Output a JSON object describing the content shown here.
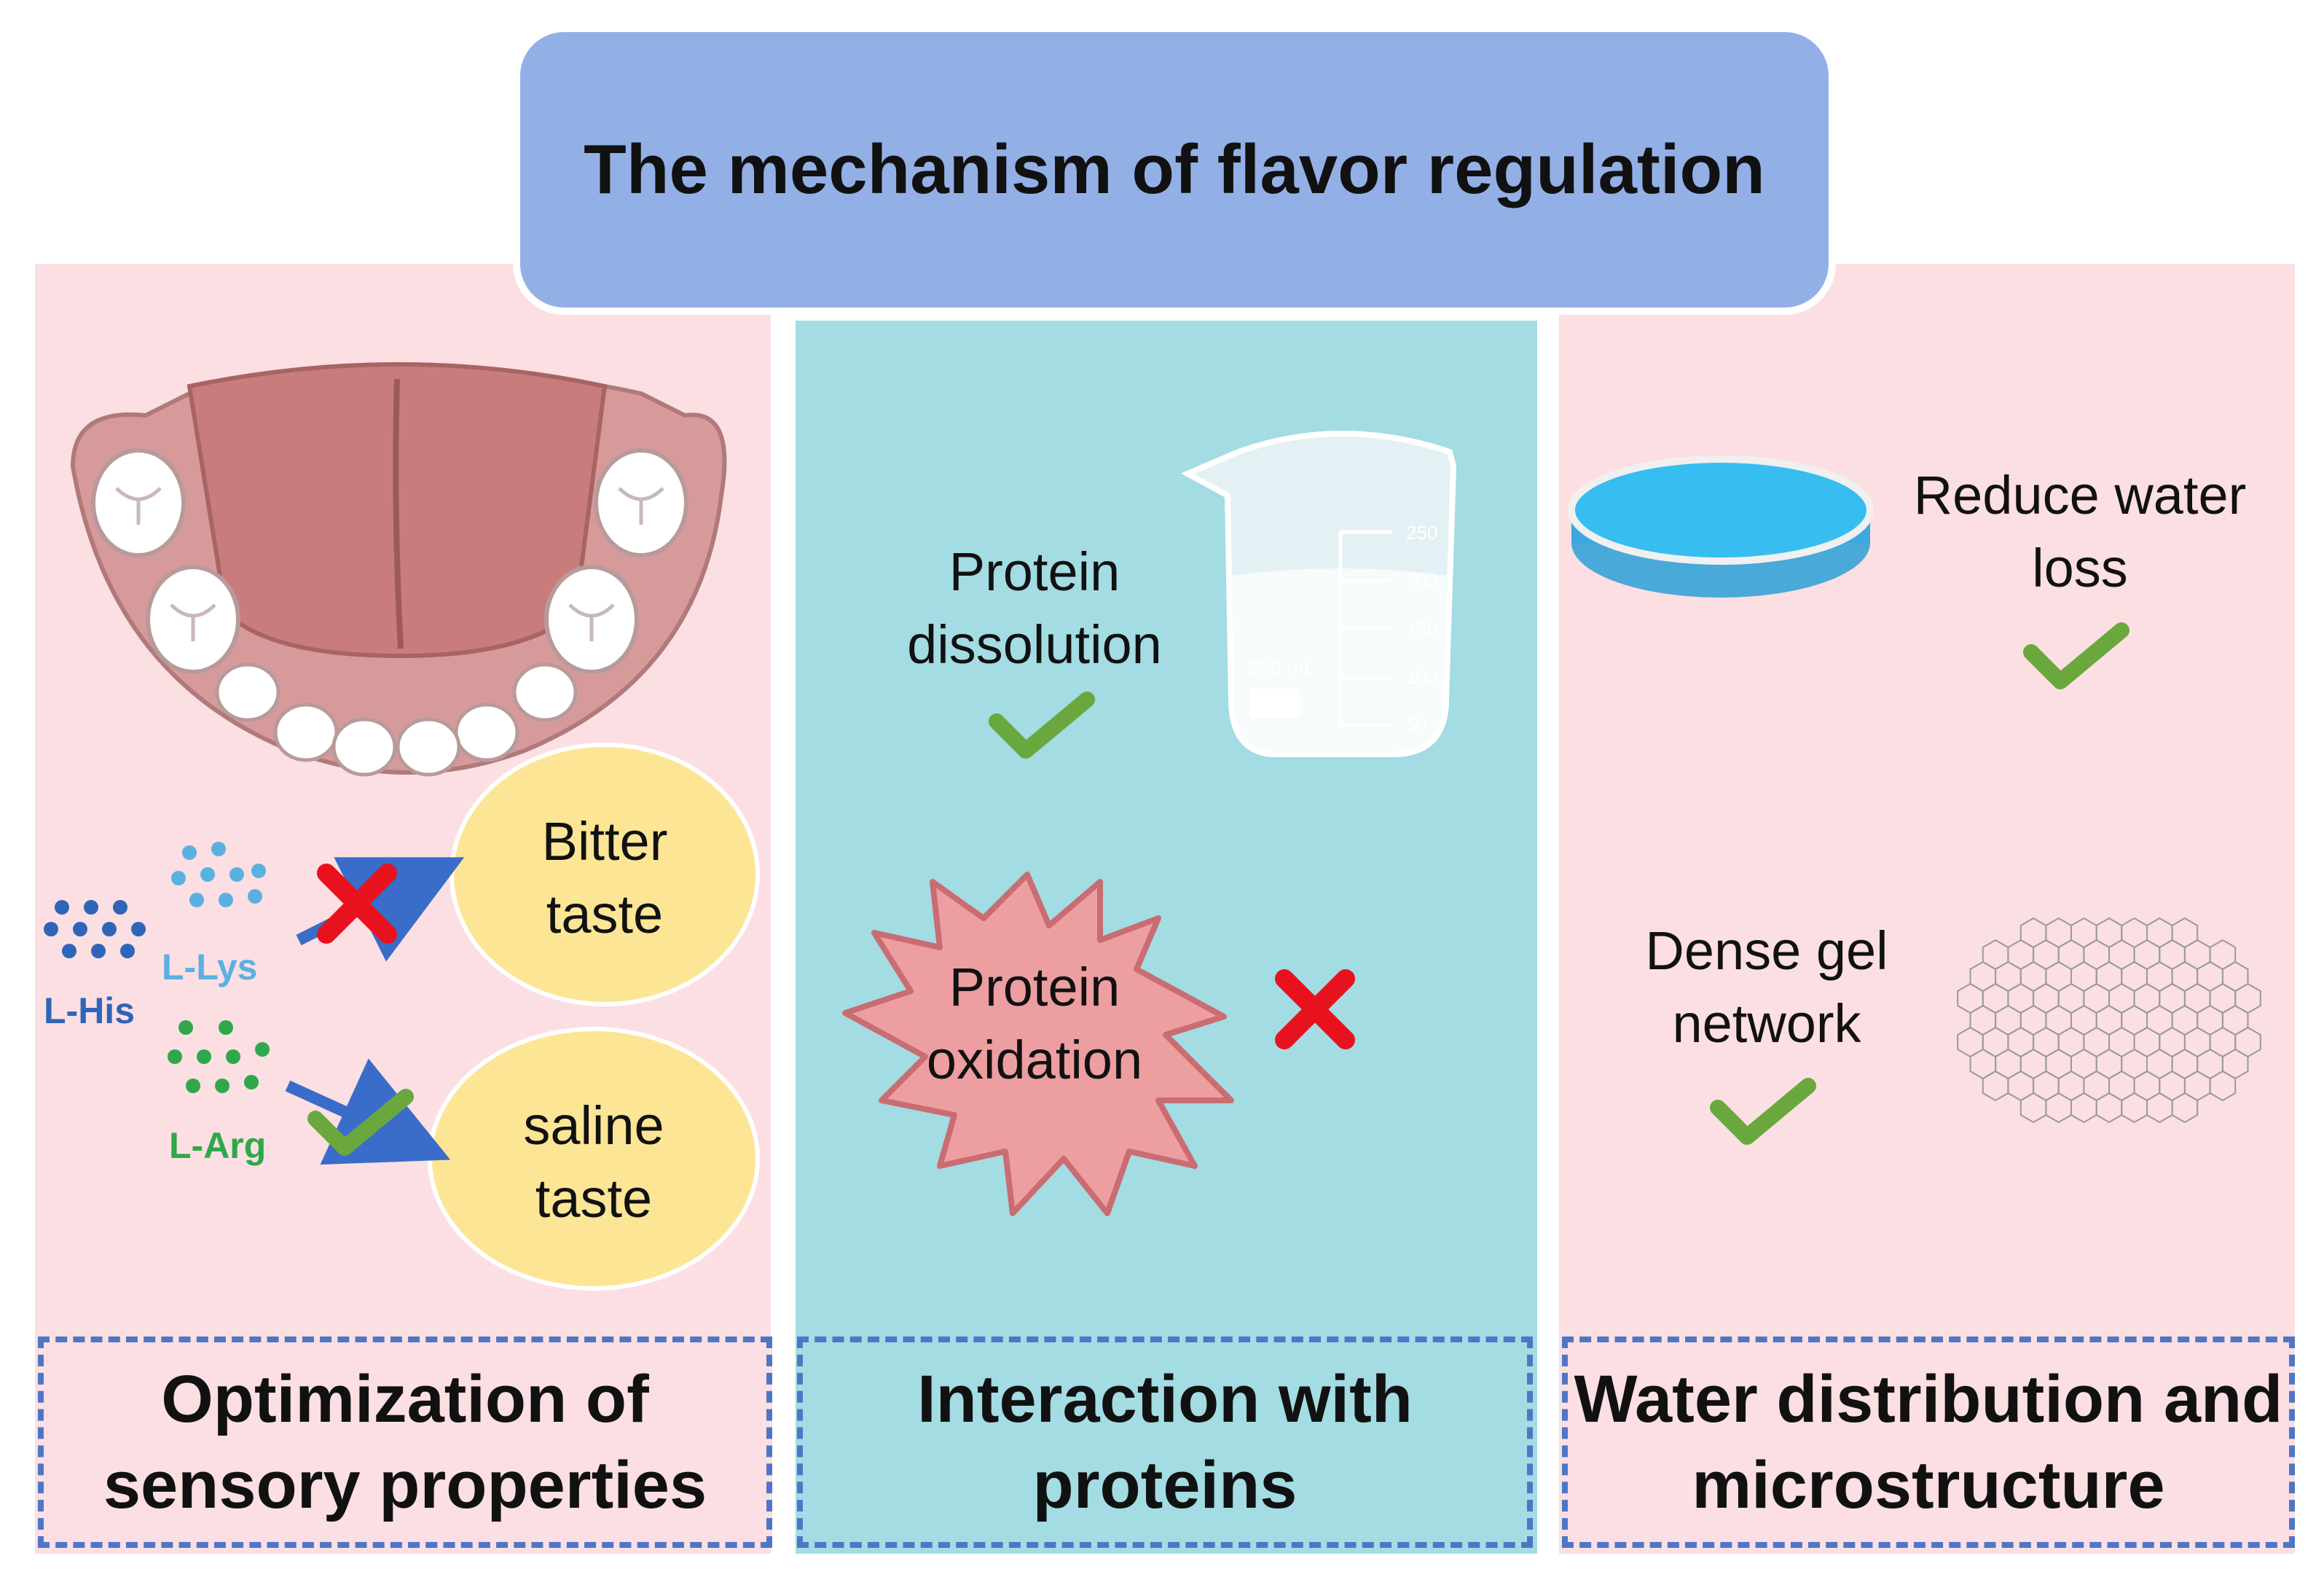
{
  "title": "The mechanism of flavor regulation",
  "columns": [
    {
      "heading": "Optimization of sensory properties"
    },
    {
      "heading": "Interaction with proteins"
    },
    {
      "heading": "Water distribution and microstructure"
    }
  ],
  "sensory": {
    "bitter": "Bitter taste",
    "saline": "saline taste",
    "lhis": "L-His",
    "llys": "L-Lys",
    "larg": "L-Arg"
  },
  "protein": {
    "dissolution": "Protein dissolution",
    "oxidation": "Protein oxidation",
    "beaker_label": "250 mL",
    "beaker_ticks": [
      "250",
      "200",
      "150",
      "100",
      "50"
    ]
  },
  "water": {
    "reduce": "Reduce water loss",
    "dense": "Dense gel network"
  },
  "colors": {
    "check": "#6aa83e",
    "cross": "#e8121e",
    "lhis": "#2f65b8",
    "llys": "#5ab1e0",
    "larg": "#2ea84a",
    "arrow": "#3a6cc9"
  }
}
